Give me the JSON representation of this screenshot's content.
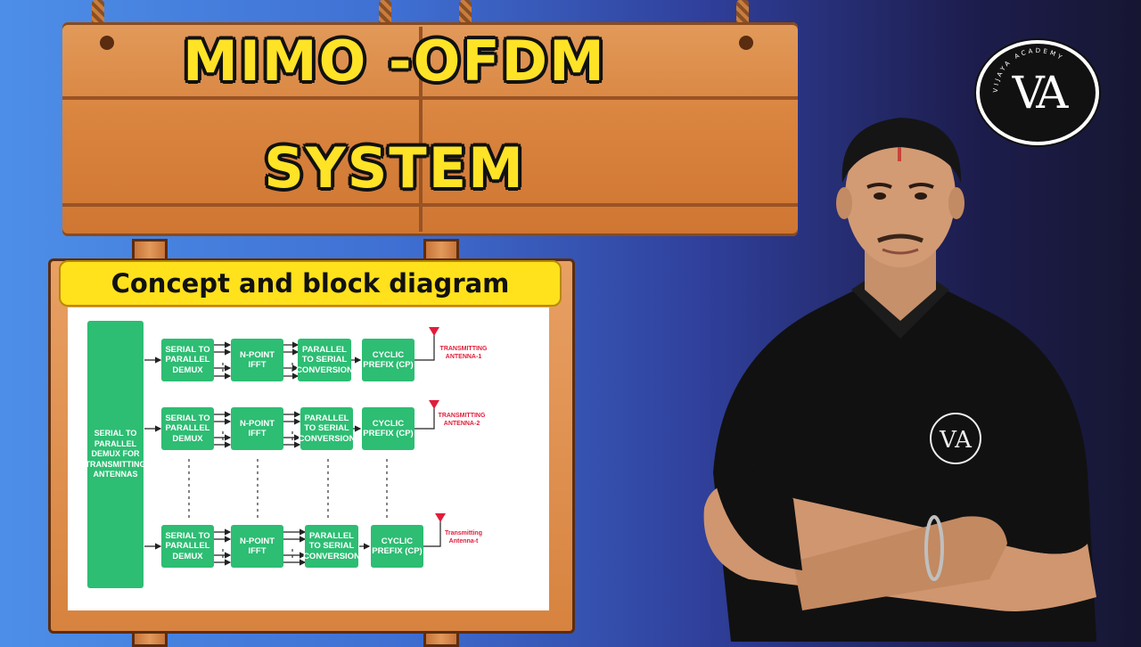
{
  "sign": {
    "title_line1": "MIMO -OFDM",
    "title_line2": "SYSTEM"
  },
  "board": {
    "subtitle": "Concept  and block diagram"
  },
  "diagram": {
    "source_block": "SERIAL TO\nPARALLEL\nDEMUX FOR\nTRANSMITTING\nANTENNAS",
    "rows": [
      {
        "sp": "SERIAL TO\nPARALLEL\nDEMUX",
        "ifft": "N-POINT\nIFFT",
        "ps": "PARALLEL\nTO SERIAL\nCONVERSION",
        "cp": "CYCLIC\nPREFIX (CP)",
        "antenna": "TRANSMITTING\nANTENNA-1"
      },
      {
        "sp": "SERIAL TO\nPARALLEL\nDEMUX",
        "ifft": "N-POINT\nIFFT",
        "ps": "PARALLEL\nTO SERIAL\nCONVERSION",
        "cp": "CYCLIC\nPREFIX (CP)",
        "antenna": "TRANSMITTING\nANTENNA-2"
      },
      {
        "sp": "SERIAL TO\nPARALLEL\nDEMUX",
        "ifft": "N-POINT\nIFFT",
        "ps": "PARALLEL\nTO SERIAL\nCONVERSION",
        "cp": "CYCLIC\nPREFIX (CP)",
        "antenna": "Transmitting\nAntenna-t"
      }
    ]
  },
  "logo": {
    "monogram": "VA",
    "ring_text": "VIJAYA ACADEMY"
  },
  "colors": {
    "block_green": "#2dbd73",
    "title_yellow": "#ffe326",
    "antenna_red": "#e11d3a"
  }
}
